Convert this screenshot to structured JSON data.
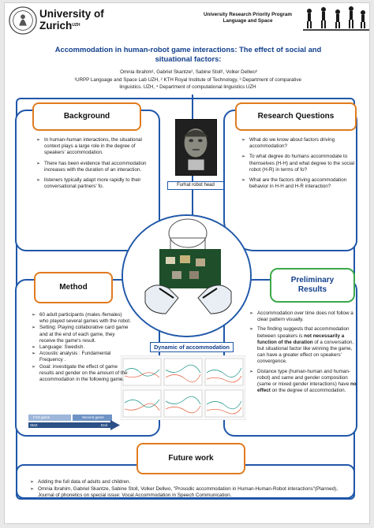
{
  "header": {
    "university_line1": "University of",
    "university_line2": "Zurich",
    "university_sup": "UZH",
    "program_line1": "University Research Priority Program",
    "program_line2": "Language and Space"
  },
  "title": "Accommodation in human-robot game interactions: The effect of social and situational factors:",
  "authors": "Omnia Ibrahim¹, Gabriel Skantze², Sabine Stoll¹, Volker Dellwo³",
  "affiliations_line1": "¹URPP Language and Space Lab UZH, ² KTH Royal Institute of Technology, ³ Department of comparative",
  "affiliations_line2": "linguistics. UZH, ⁴ Department of computational linguistics UZH",
  "background": {
    "heading": "Background",
    "items": [
      "In human-human interactions, the situational context plays a large role in the degree of speakers' accommodation.",
      "There has been evidence that accommodation increases with the duration of an interaction.",
      "listeners typically adapt more rapidly to their conversational partners' fo."
    ]
  },
  "research_questions": {
    "heading": "Research Questions",
    "items": [
      "What do we know about factors driving accommodation?",
      "To what degree do humans accommodate to themselves (H-H) and what degree to the social robot (H-R) in terms of fo?",
      "What are the factors driving accommodation behavior in H-H and H-R interaction?"
    ]
  },
  "method": {
    "heading": "Method",
    "items": [
      "60 adult participants (males /females) who played several games with the robot.",
      "Setting: Playing collaborative card game and at the end of each game, they receive the game's result.",
      "Language: Swedish.",
      "Acoustic analysis : Fundamental Frequency .",
      "Goal: investigate the effect of game results and gender on the amount of the accommodation in the following game."
    ],
    "timeline_first": "First game",
    "timeline_second": "Second game",
    "timeline_start": "Start",
    "timeline_end": "End"
  },
  "center": {
    "robot_caption": "Furhat robot head",
    "dynamics_caption": "Dynamic of accommodation"
  },
  "preliminary_results": {
    "heading_line1": "Preliminary",
    "heading_line2": "Results",
    "item1": "Accommodation over time does not follow a clear pattern visually.",
    "item2_a": "The finding suggests that accommodation between speakers is ",
    "item2_b": "not necessarily a function of the duration",
    "item2_c": " of a conversation, but situational factor like winning the game, can have a greater effect on speakers' convergence.",
    "item3_a": "Distance type (human-human and human-robot) and same and gender composition (same or mixed gender interactions) have ",
    "item3_b": "no effect",
    "item3_c": " on the degree of accommodation."
  },
  "future_work": {
    "heading": "Future work",
    "items": [
      "Adding the full data of adults and children.",
      "Omnia Ibrahim, Gabriel Skantze, Sabine Stoll, Volker Dellwo, \"Prosodic accommodation in Human-Human-Robot interactions\"(Planned), Journal of phonetics on special issue: Vocal Accommodation in Speech Communication."
    ]
  },
  "colors": {
    "frame_blue": "#1f57a8",
    "header_orange": "#e07b1f",
    "results_green": "#3da74b",
    "title_blue": "#123f8c"
  }
}
